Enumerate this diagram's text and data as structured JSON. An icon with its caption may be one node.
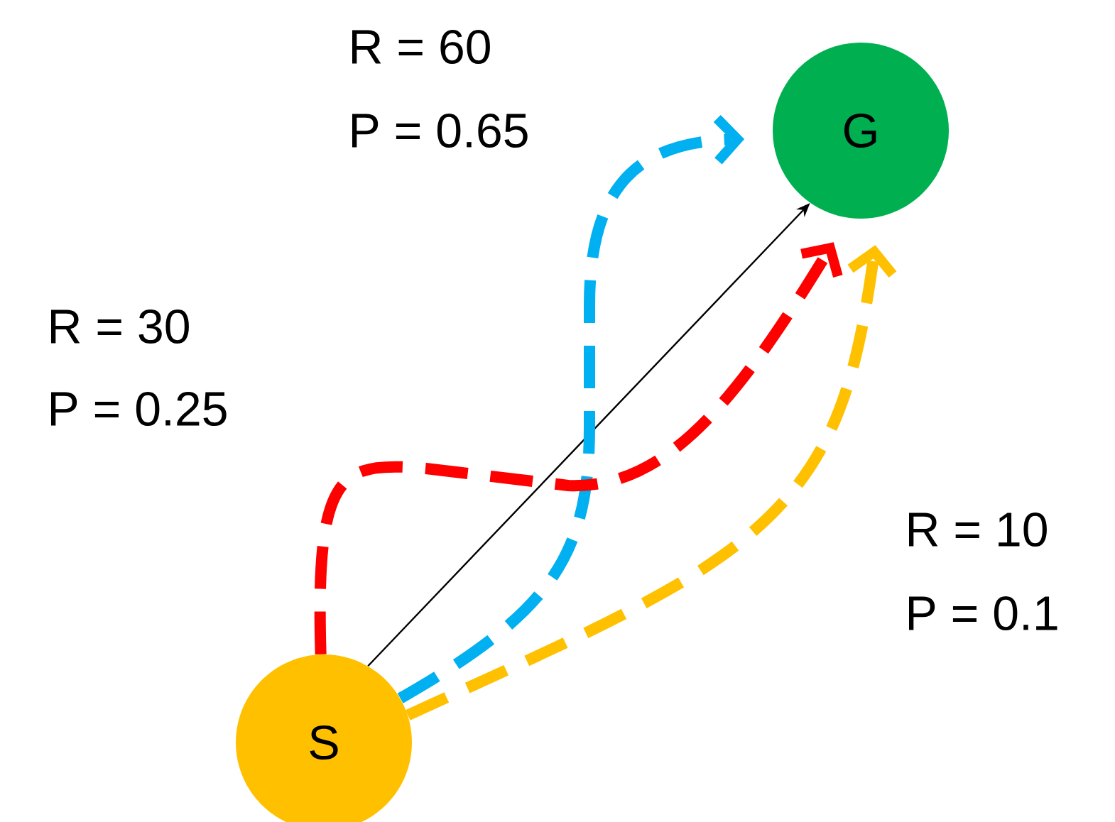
{
  "diagram": {
    "nodes": [
      {
        "text": [
          "S"
        ]
      },
      {
        "text": [
          "G"
        ]
      }
    ],
    "edges": [
      {
        "from": 0,
        "to": 1,
        "arrow": "to"
      },
      {
        "from": 0,
        "to": 1,
        "arrow": "to",
        "style": "dashed",
        "color": "#00b0f0"
      },
      {
        "from": 0,
        "to": 1,
        "arrow": "to",
        "style": "dashed",
        "color": "#ff0000"
      },
      {
        "from": 0,
        "to": 1,
        "arrow": "to",
        "style": "dashed",
        "color": "#ffc000"
      }
    ],
    "labels": [
      "R = 60",
      "P = 0.65",
      "R = 30",
      "P = 0.25",
      "R = 10",
      "P = 0.1"
    ]
  }
}
